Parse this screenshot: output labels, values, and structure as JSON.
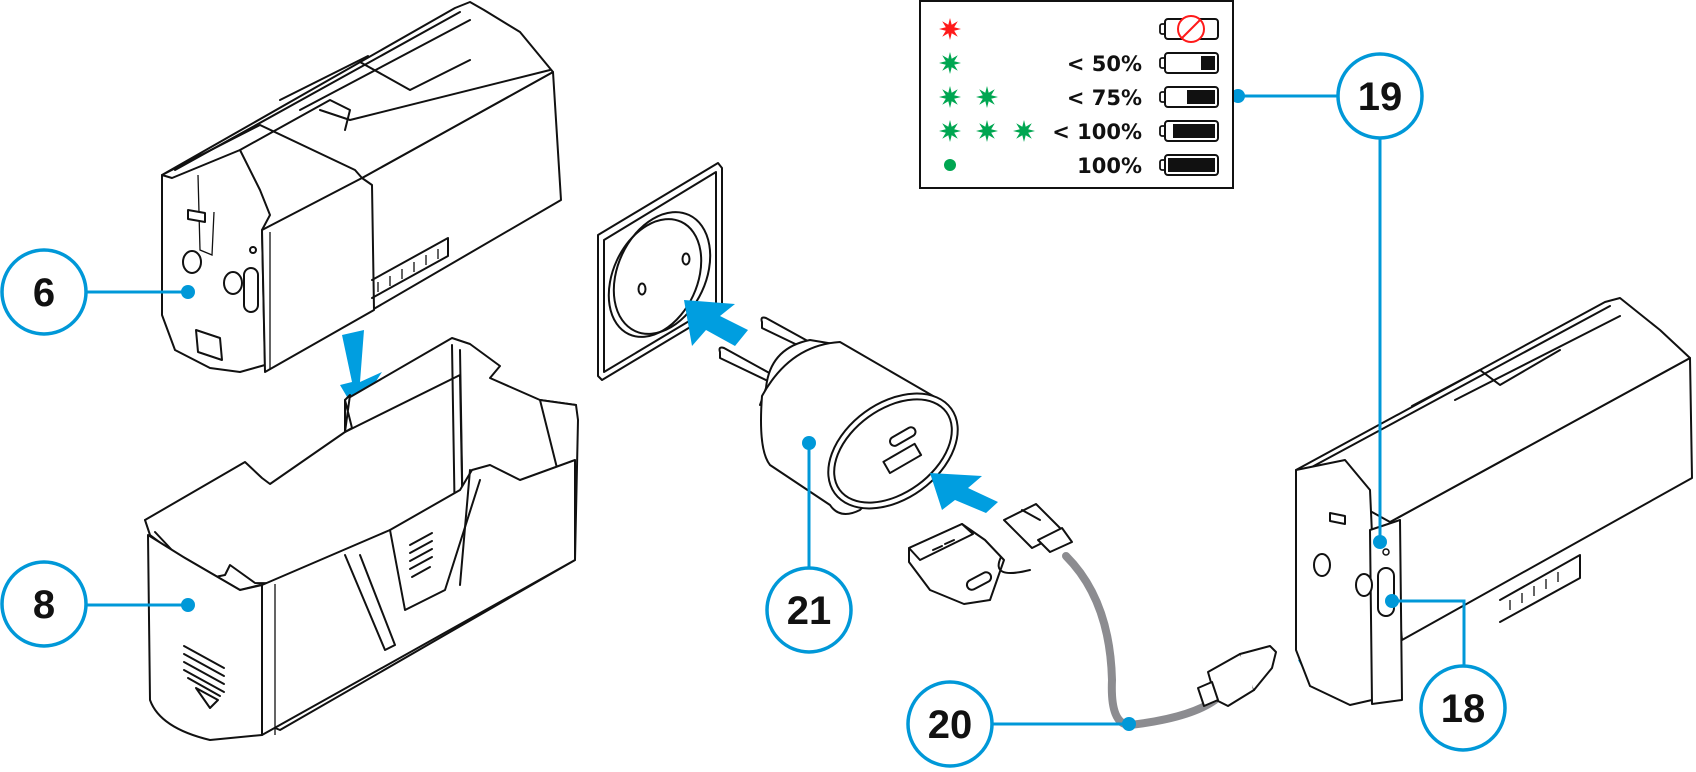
{
  "diagram": {
    "title": "Battery charging diagram",
    "accent_color": "#0098D8",
    "arrow_color": "#009EE0",
    "cable_color": "#8C8C90"
  },
  "legend": {
    "rows": [
      {
        "indicator": "red-flash",
        "indicator_count": 1,
        "indicator_color": "#FF1A1A",
        "label": "",
        "battery_state": "error",
        "battery_fill": 0
      },
      {
        "indicator": "green-flash",
        "indicator_count": 1,
        "indicator_color": "#00A651",
        "label": "< 50%",
        "battery_state": "charging",
        "battery_fill": 0.3
      },
      {
        "indicator": "green-flash",
        "indicator_count": 2,
        "indicator_color": "#00A651",
        "label": "< 75%",
        "battery_state": "charging",
        "battery_fill": 0.6
      },
      {
        "indicator": "green-flash",
        "indicator_count": 3,
        "indicator_color": "#00A651",
        "label": "< 100%",
        "battery_state": "charging",
        "battery_fill": 0.9
      },
      {
        "indicator": "green-steady",
        "indicator_count": 1,
        "indicator_color": "#00A651",
        "label": "100%",
        "battery_state": "full",
        "battery_fill": 1.0
      }
    ]
  },
  "callouts": [
    {
      "id": "callout-6",
      "number": "6",
      "target": "battery-pack-left"
    },
    {
      "id": "callout-8",
      "number": "8",
      "target": "battery-case"
    },
    {
      "id": "callout-21",
      "number": "21",
      "target": "wall-charger"
    },
    {
      "id": "callout-20",
      "number": "20",
      "target": "usb-cable"
    },
    {
      "id": "callout-19",
      "number": "19",
      "target": "charge-indicator-led"
    },
    {
      "id": "callout-18",
      "number": "18",
      "target": "usb-c-port"
    }
  ]
}
